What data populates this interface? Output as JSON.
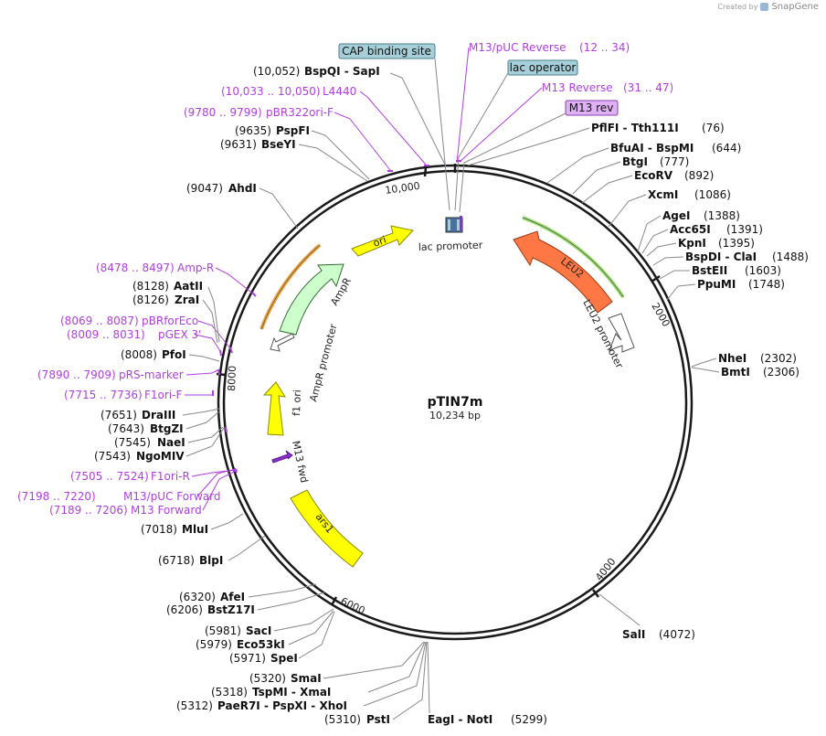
{
  "credit": {
    "created_by": "Created by",
    "brand": "SnapGene"
  },
  "plasmid": {
    "name": "pTIN7m",
    "size_label": "10,234 bp",
    "length": 10234
  },
  "tick_labels": [
    {
      "text": "10,000",
      "bp": 10000
    },
    {
      "text": "2000",
      "bp": 2000
    },
    {
      "text": "4000",
      "bp": 4000
    },
    {
      "text": "6000",
      "bp": 6000
    },
    {
      "text": "8000",
      "bp": 8000
    }
  ],
  "features": [
    {
      "name": "ori",
      "label": "ori",
      "color": "#ffff00",
      "stroke": "#8a8a00"
    },
    {
      "name": "ampr",
      "label": "AmpR",
      "color": "#ccffcc",
      "stroke": "#2f6b2f"
    },
    {
      "name": "ampr-promoter",
      "label": "AmpR promoter",
      "color": "#ffffff",
      "stroke": "#555555"
    },
    {
      "name": "f1-ori",
      "label": "f1 ori",
      "color": "#ffff00",
      "stroke": "#8a8a00"
    },
    {
      "name": "m13-fwd",
      "label": "M13 fwd",
      "color": "#8e2fd6",
      "stroke": "#5a1a88"
    },
    {
      "name": "ars1",
      "label": "ars1",
      "color": "#ffff00",
      "stroke": "#8a8a00"
    },
    {
      "name": "leu2",
      "label": "LEU2",
      "color": "#ff7744",
      "stroke": "#9a3a10"
    },
    {
      "name": "leu2-promoter",
      "label": "LEU2 promoter",
      "color": "#ffffff",
      "stroke": "#555555"
    },
    {
      "name": "lac-promoter",
      "label": "lac promoter",
      "color": "#4a6fa0",
      "stroke": "#333333"
    }
  ],
  "boxed_features": [
    {
      "name": "cap-binding-site",
      "label": "CAP binding site",
      "color": "#a7cfd9",
      "stroke": "#4a7f8c"
    },
    {
      "name": "lac-operator",
      "label": "lac operator",
      "color": "#a7cfd9",
      "stroke": "#4a7f8c"
    },
    {
      "name": "m13-rev",
      "label": "M13 rev",
      "color": "#e0b0f5",
      "stroke": "#8a3fb0"
    }
  ],
  "primer_color": "#b03fe0",
  "primers": [
    {
      "name": "m13-puc-reverse",
      "label": "M13/pUC Reverse",
      "range": "(12 .. 34)"
    },
    {
      "name": "m13-reverse",
      "label": "M13 Reverse",
      "range": "(31 .. 47)"
    },
    {
      "name": "l4440",
      "label": "L4440",
      "range": "(10,033 .. 10,050)"
    },
    {
      "name": "pbr322ori-f",
      "label": "pBR322ori-F",
      "range": "(9780 .. 9799)"
    },
    {
      "name": "amp-r",
      "label": "Amp-R",
      "range": "(8478 .. 8497)"
    },
    {
      "name": "pbrforeco",
      "label": "pBRforEco",
      "range": "(8069 .. 8087)"
    },
    {
      "name": "pgex-3",
      "label": "pGEX 3'",
      "range": "(8009 .. 8031)"
    },
    {
      "name": "prs-marker",
      "label": "pRS-marker",
      "range": "(7890 .. 7909)"
    },
    {
      "name": "f1ori-f",
      "label": "F1ori-F",
      "range": "(7715 .. 7736)"
    },
    {
      "name": "f1ori-r",
      "label": "F1ori-R",
      "range": "(7505 .. 7524)"
    },
    {
      "name": "m13-puc-forward",
      "label": "M13/pUC Forward",
      "range": "(7198 .. 7220)"
    },
    {
      "name": "m13-forward",
      "label": "M13 Forward",
      "range": "(7189 .. 7206)"
    }
  ],
  "enzymes": [
    {
      "name": "bspqi-sapi",
      "names": "BspQI  -  SapI",
      "pos": "(10,052)"
    },
    {
      "name": "pspfi",
      "names": "PspFI",
      "pos": "(9635)"
    },
    {
      "name": "bseyi",
      "names": "BseYI",
      "pos": "(9631)"
    },
    {
      "name": "ahdi",
      "names": "AhdI",
      "pos": "(9047)"
    },
    {
      "name": "aatii",
      "names": "AatII",
      "pos": "(8128)"
    },
    {
      "name": "zrai",
      "names": "ZraI",
      "pos": "(8126)"
    },
    {
      "name": "pfoi",
      "names": "PfoI",
      "pos": "(8008)"
    },
    {
      "name": "draiii",
      "names": "DraIII",
      "pos": "(7651)"
    },
    {
      "name": "btgzi",
      "names": "BtgZI",
      "pos": "(7643)"
    },
    {
      "name": "naei",
      "names": "NaeI",
      "pos": "(7545)"
    },
    {
      "name": "ngomiv",
      "names": "NgoMIV",
      "pos": "(7543)"
    },
    {
      "name": "mlui",
      "names": "MluI",
      "pos": "(7018)"
    },
    {
      "name": "blpi",
      "names": "BlpI",
      "pos": "(6718)"
    },
    {
      "name": "afei",
      "names": "AfeI",
      "pos": "(6320)"
    },
    {
      "name": "bstz17i",
      "names": "BstZ17I",
      "pos": "(6206)"
    },
    {
      "name": "saci",
      "names": "SacI",
      "pos": "(5981)"
    },
    {
      "name": "eco53ki",
      "names": "Eco53kI",
      "pos": "(5979)"
    },
    {
      "name": "spei",
      "names": "SpeI",
      "pos": "(5971)"
    },
    {
      "name": "smai",
      "names": "SmaI",
      "pos": "(5320)"
    },
    {
      "name": "tspmi-xmai",
      "names": "TspMI  -  XmaI",
      "pos": "(5318)"
    },
    {
      "name": "paer7i-pspxi-xhoi",
      "names": "PaeR7I  -  PspXI  -  XhoI",
      "pos": "(5312)"
    },
    {
      "name": "psti",
      "names": "PstI",
      "pos": "(5310)"
    },
    {
      "name": "eagi-noti",
      "names": "EagI  -  NotI",
      "pos": "(5299)"
    },
    {
      "name": "sali",
      "names": "SalI",
      "pos": "(4072)"
    },
    {
      "name": "nhei",
      "names": "NheI",
      "pos": "(2302)"
    },
    {
      "name": "bmti",
      "names": "BmtI",
      "pos": "(2306)"
    },
    {
      "name": "ppumi",
      "names": "PpuMI",
      "pos": "(1748)"
    },
    {
      "name": "bsteii",
      "names": "BstEII",
      "pos": "(1603)"
    },
    {
      "name": "bspdi-clai",
      "names": "BspDI  -  ClaI",
      "pos": "(1488)"
    },
    {
      "name": "kpni",
      "names": "KpnI",
      "pos": "(1395)"
    },
    {
      "name": "acc65i",
      "names": "Acc65I",
      "pos": "(1391)"
    },
    {
      "name": "agei",
      "names": "AgeI",
      "pos": "(1388)"
    },
    {
      "name": "xcmi",
      "names": "XcmI",
      "pos": "(1086)"
    },
    {
      "name": "ecorv",
      "names": "EcoRV",
      "pos": "(892)"
    },
    {
      "name": "btgi",
      "names": "BtgI",
      "pos": "(777)"
    },
    {
      "name": "bfuai-bspmi",
      "names": "BfuAI  -  BspMI",
      "pos": "(644)"
    },
    {
      "name": "pflfi-tth111i",
      "names": "PflFI  -  Tth111I",
      "pos": "(76)"
    }
  ]
}
